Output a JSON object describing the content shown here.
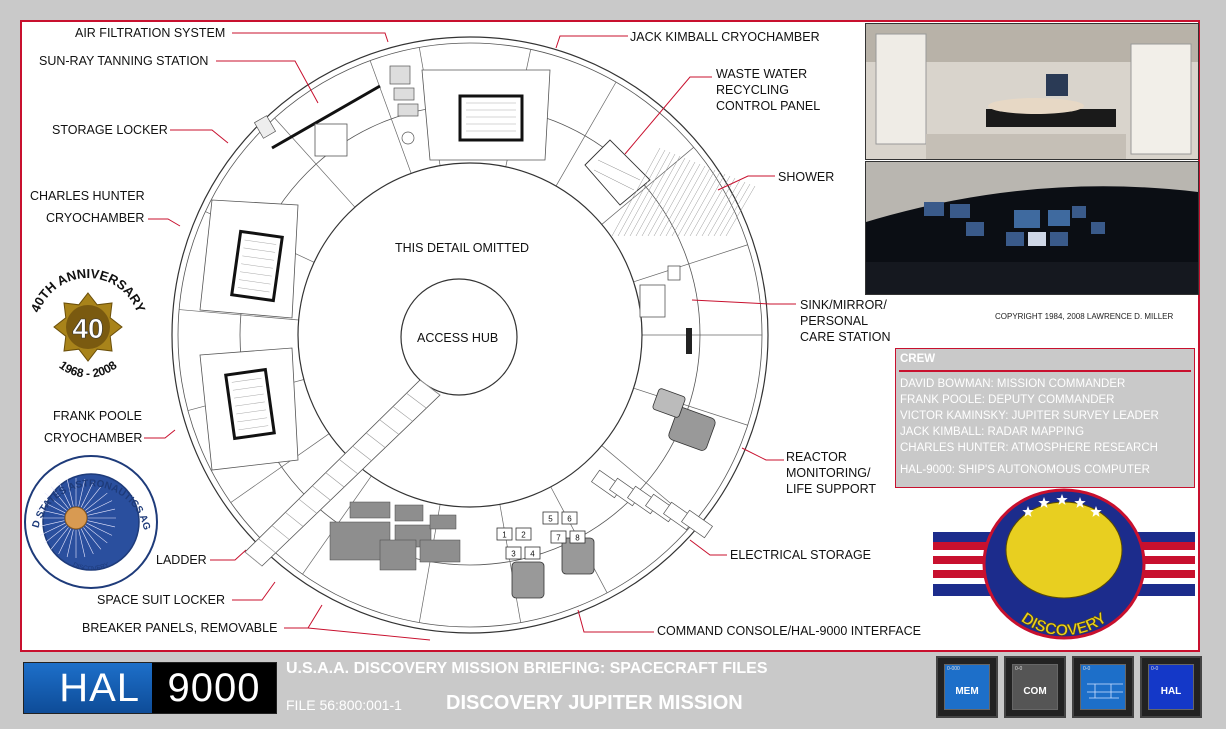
{
  "labels": {
    "air_filtration": "AIR FILTRATION SYSTEM",
    "sunray": "SUN-RAY TANNING STATION",
    "storage_locker": "STORAGE LOCKER",
    "hunter_l1": "CHARLES HUNTER",
    "hunter_l2": "CRYOCHAMBER",
    "poole_l1": "FRANK POOLE",
    "poole_l2": "CRYOCHAMBER",
    "ladder": "LADDER",
    "space_suit": "SPACE SUIT LOCKER",
    "breaker": "BREAKER PANELS, REMOVABLE",
    "kimball": "JACK KIMBALL CRYOCHAMBER",
    "waste_l1": "WASTE WATER",
    "waste_l2": "RECYCLING",
    "waste_l3": "CONTROL PANEL",
    "shower": "SHOWER",
    "sink_l1": "SINK/MIRROR/",
    "sink_l2": "PERSONAL",
    "sink_l3": "CARE STATION",
    "reactor_l1": "REACTOR",
    "reactor_l2": "MONITORING/",
    "reactor_l3": "LIFE SUPPORT",
    "electrical": "ELECTRICAL STORAGE",
    "command": "COMMAND CONSOLE/HAL-9000 INTERFACE",
    "omitted": "THIS DETAIL OMITTED",
    "access_hub": "ACCESS HUB"
  },
  "anniversary": {
    "top": "40TH ANNIVERSARY",
    "number": "40",
    "years": "1968 - 2008"
  },
  "agency_seal": {
    "ring_text": "UNITED STATES ASTRONAUTICS AGENCY",
    "bottom_text": "DISCOVERY"
  },
  "copyright": "COPYRIGHT 1984, 2008 LAWRENCE D. MILLER",
  "crew": {
    "title": "CREW",
    "members": [
      "DAVID BOWMAN: MISSION COMMANDER",
      "FRANK POOLE: DEPUTY COMMANDER",
      "VICTOR KAMINSKY: JUPITER SURVEY LEADER",
      "JACK KIMBALL: RADAR MAPPING",
      "CHARLES HUNTER: ATMOSPHERE RESEARCH"
    ],
    "computer": "HAL-9000: SHIP'S AUTONOMOUS COMPUTER"
  },
  "discovery_patch": {
    "text": "DISCOVERY"
  },
  "console_keys": [
    "1",
    "2",
    "3",
    "4",
    "5",
    "6",
    "7",
    "8"
  ],
  "footer": {
    "hal_left": "HAL",
    "hal_right": "9000",
    "briefing_title": "U.S.A.A. DISCOVERY MISSION BRIEFING: SPACECRAFT FILES",
    "file_number": "FILE 56:800:001-1",
    "mission_name": "DISCOVERY JUPITER MISSION"
  },
  "nav_buttons": [
    {
      "caption": "0-000",
      "label": "MEM"
    },
    {
      "caption": "0-0",
      "label": "COM"
    },
    {
      "caption": "0-0",
      "label": ""
    },
    {
      "caption": "0-0",
      "label": "HAL"
    }
  ],
  "colors": {
    "frame_red": "#c8102e",
    "hal_blue": "#1d6fc9",
    "panel_grey": "#c9c9c9"
  }
}
